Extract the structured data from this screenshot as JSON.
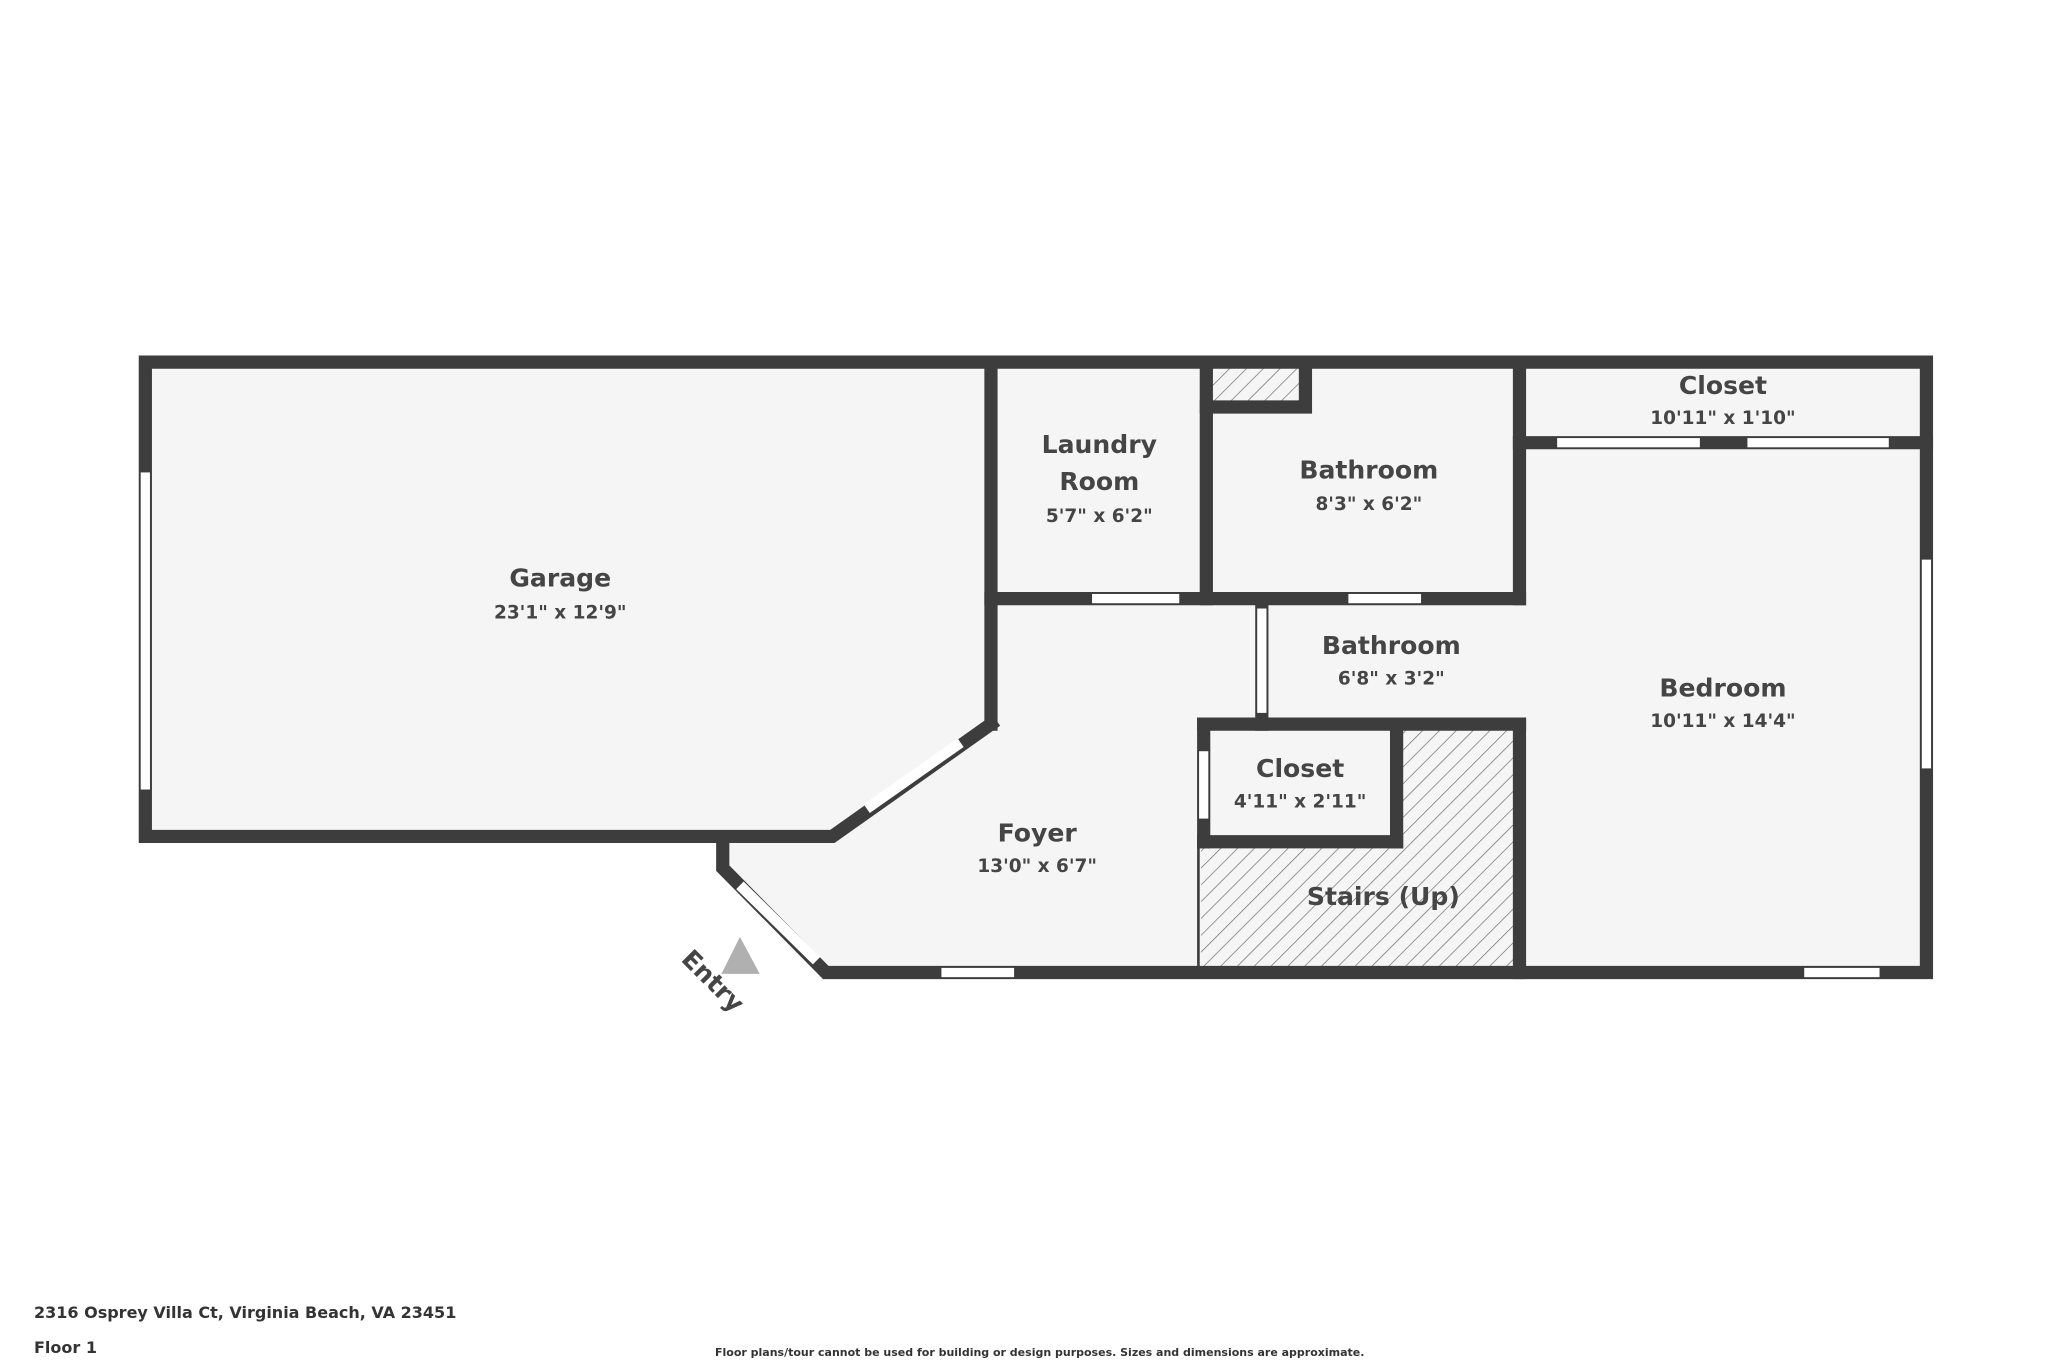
{
  "rooms": {
    "garage": {
      "name": "Garage",
      "dim": "23'1\" x 12'9\""
    },
    "laundry": {
      "name1": "Laundry",
      "name2": "Room",
      "dim": "5'7\" x 6'2\""
    },
    "bathroom1": {
      "name": "Bathroom",
      "dim": "8'3\" x 6'2\""
    },
    "closet1": {
      "name": "Closet",
      "dim": "10'11\" x 1'10\""
    },
    "bathroom2": {
      "name": "Bathroom",
      "dim": "6'8\" x 3'2\""
    },
    "bedroom": {
      "name": "Bedroom",
      "dim": "10'11\" x 14'4\""
    },
    "closet2": {
      "name": "Closet",
      "dim": "4'11\" x 2'11\""
    },
    "foyer": {
      "name": "Foyer",
      "dim": "13'0\" x 6'7\""
    },
    "stairs": {
      "name": "Stairs (Up)"
    }
  },
  "entry_label": "Entry",
  "footer": {
    "address": "2316 Osprey Villa Ct, Virginia Beach, VA 23451",
    "floor": "Floor 1",
    "disclaimer": "Floor plans/tour cannot be used for building or design purposes. Sizes and dimensions are approximate."
  },
  "colors": {
    "wall": "#3d3d3d",
    "floor": "#f5f5f5",
    "text": "#454545"
  }
}
